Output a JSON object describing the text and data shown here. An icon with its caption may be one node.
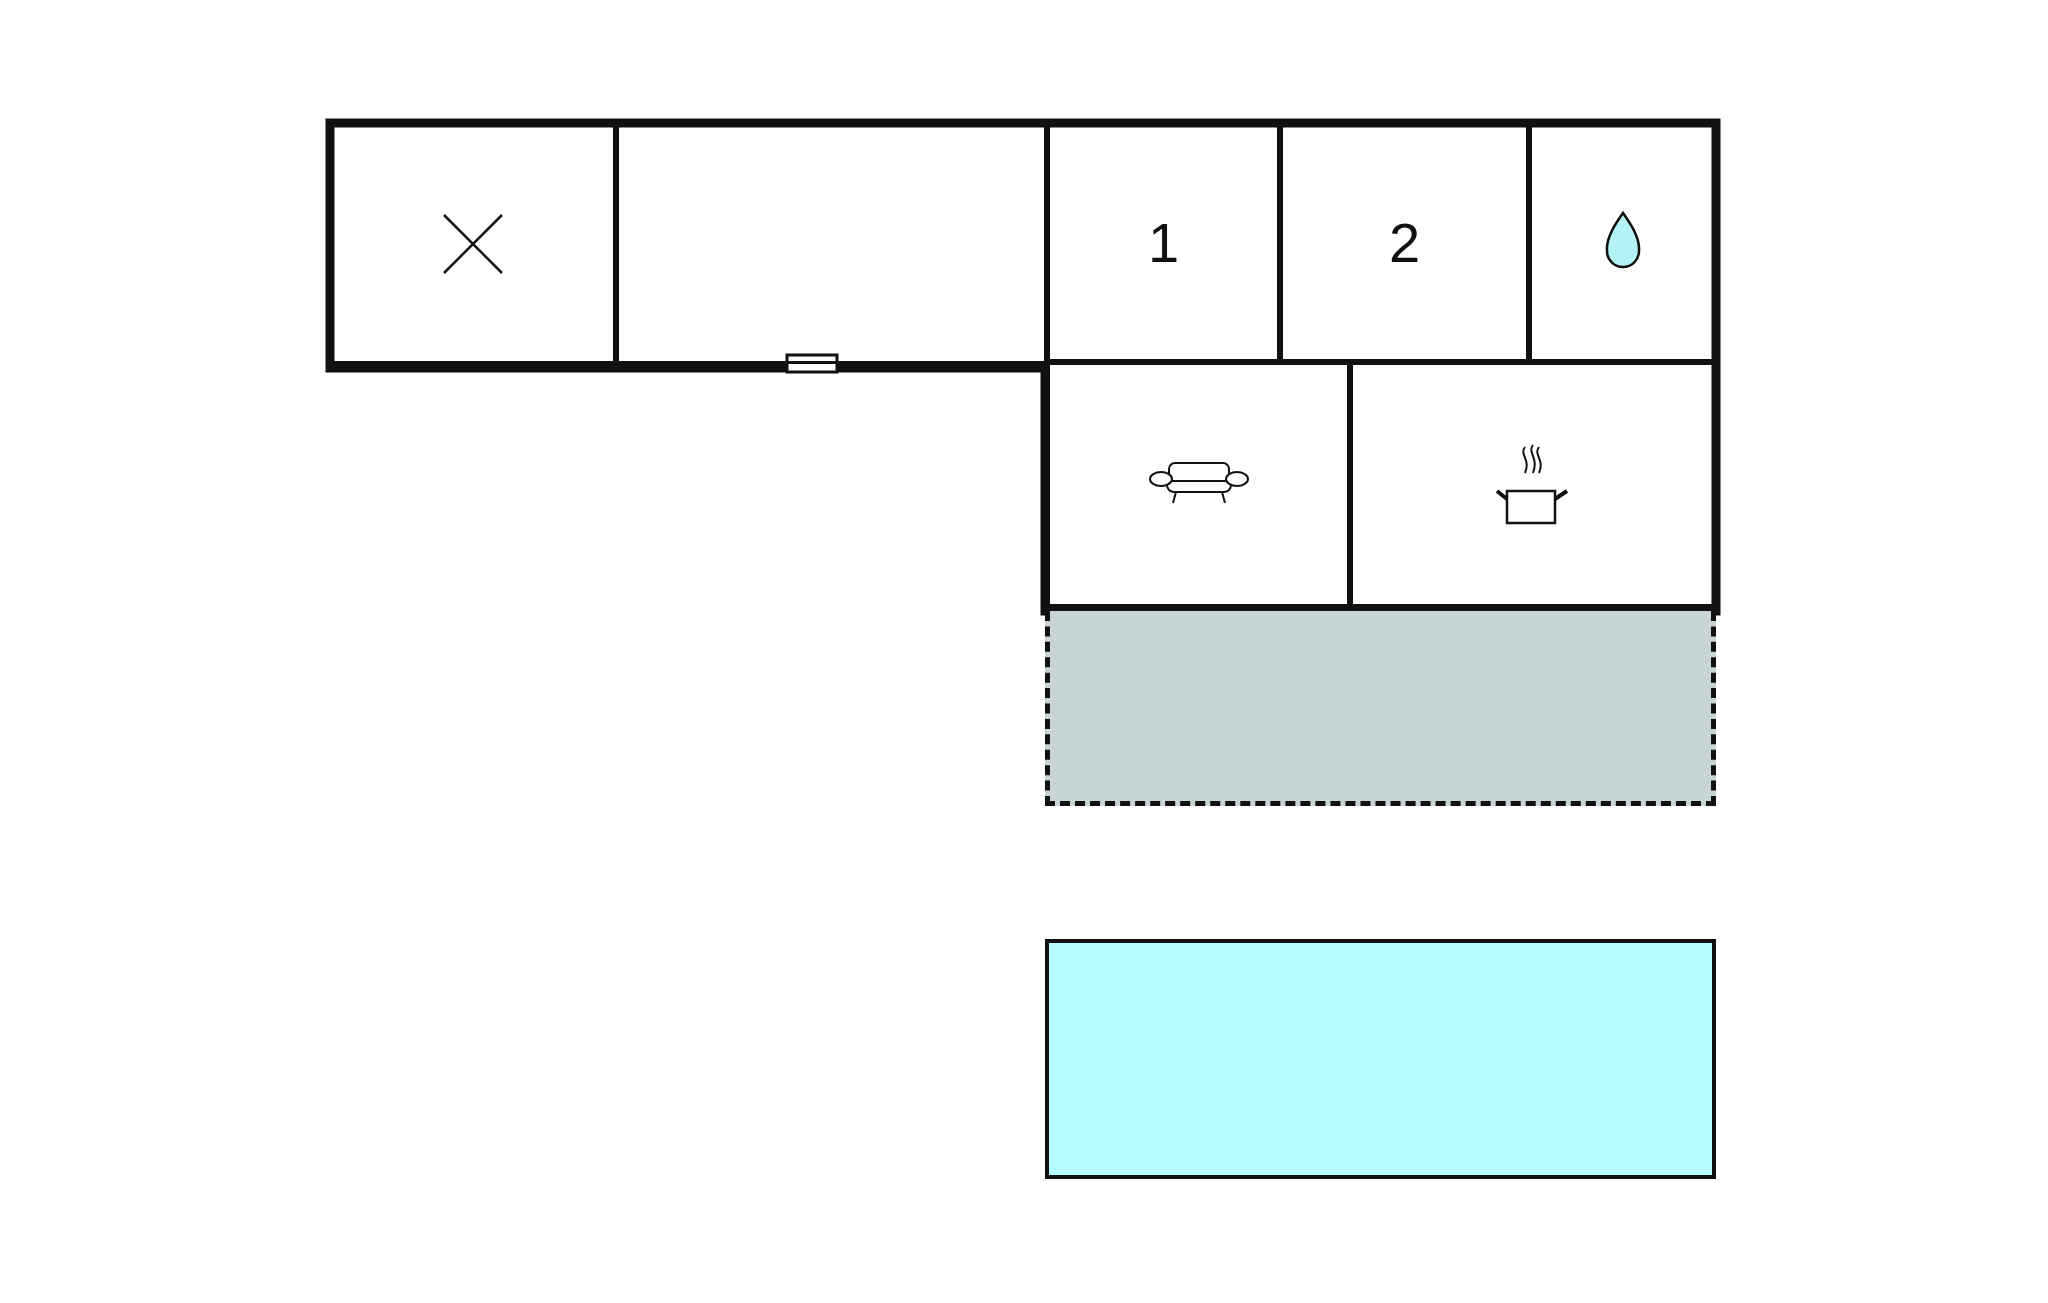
{
  "diagram": {
    "nodes": [
      {
        "text": [],
        "shape": "box"
      },
      {
        "text": [],
        "shape": "box"
      },
      {
        "text": [
          "1"
        ]
      },
      {
        "text": [
          "2"
        ]
      },
      {
        "text": [],
        "shape": "box"
      },
      {
        "text": [],
        "shape": "box"
      },
      {
        "text": [],
        "shape": "box"
      },
      {
        "text": [],
        "shape": "box"
      },
      {
        "text": [],
        "shape": "box"
      }
    ]
  }
}
